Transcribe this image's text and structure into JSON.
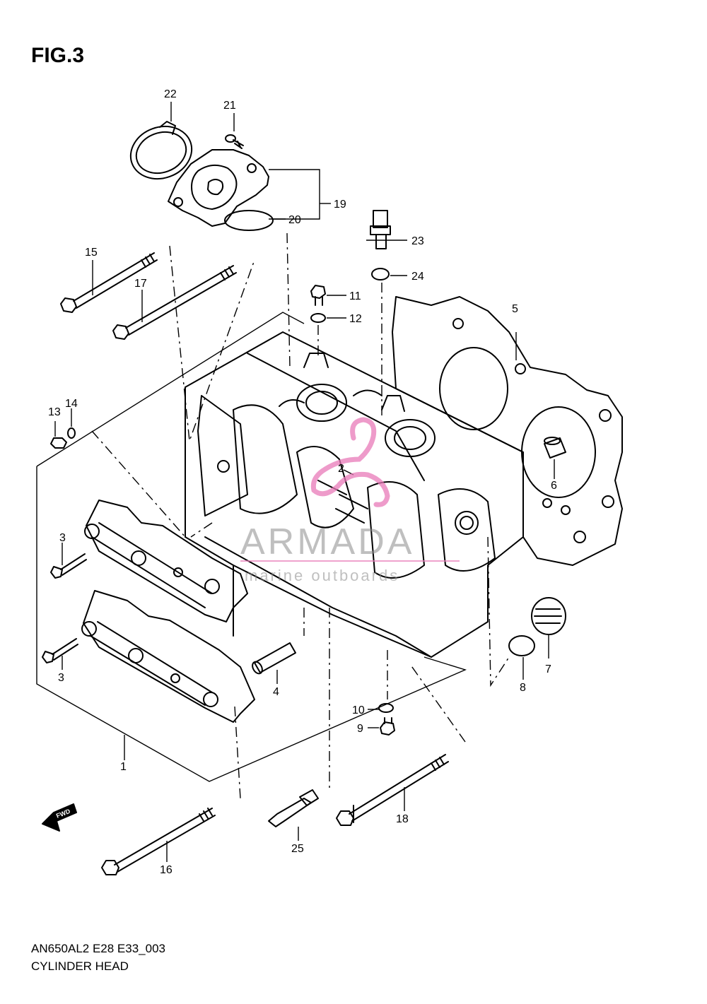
{
  "figure": {
    "title": "FIG.3",
    "code": "AN650AL2 E28 E33_003",
    "name": "CYLINDER HEAD"
  },
  "watermark": {
    "brand": "ARMADA",
    "tagline": "marine outboards",
    "accent_color": "#e87ab8"
  },
  "fwd_label": "FWD",
  "callouts": [
    "1",
    "2",
    "3",
    "3",
    "4",
    "5",
    "6",
    "7",
    "8",
    "9",
    "10",
    "11",
    "12",
    "13",
    "14",
    "15",
    "16",
    "17",
    "18",
    "19",
    "20",
    "21",
    "22",
    "23",
    "24",
    "25"
  ]
}
